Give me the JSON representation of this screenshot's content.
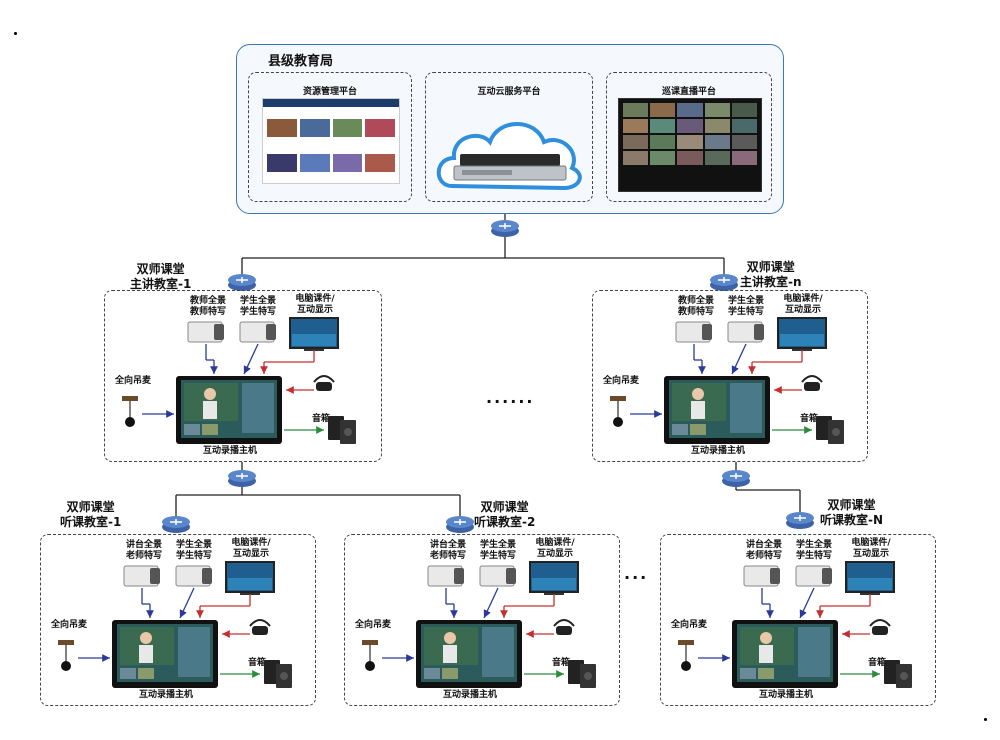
{
  "bureau": {
    "title": "县级教育局",
    "platforms": [
      "资源管理平台",
      "互动云服务平台",
      "巡课直播平台"
    ]
  },
  "main_classrooms": [
    {
      "title": "双师课堂\n主讲教室-1"
    },
    {
      "title": "双师课堂\n主讲教室-n"
    }
  ],
  "main_device_labels": {
    "camera_teacher": "教师全景\n教师特写",
    "camera_student": "学生全景\n学生特写",
    "display": "电脑课件/\n互动显示",
    "mic": "全向吊麦",
    "speaker": "音箱",
    "host": "互动录播主机"
  },
  "listen_classrooms": [
    {
      "title": "双师课堂\n听课教室-1"
    },
    {
      "title": "双师课堂\n听课教室-2"
    },
    {
      "title": "双师课堂\n听课教室-N"
    }
  ],
  "listen_device_labels": {
    "camera_teacher": "讲台全景\n老师特写",
    "camera_student": "学生全景\n学生特写",
    "display": "电脑课件/\n互动显示",
    "mic": "全向吊麦",
    "speaker": "音箱",
    "host": "互动录播主机"
  },
  "ellipsis_main": "······",
  "ellipsis_listen": "···",
  "colors": {
    "panel_border": "#3a79b8",
    "arrow_blue": "#2a3a9a",
    "arrow_red": "#c43030",
    "arrow_green": "#2c8c3a",
    "router": "#4a73b4"
  }
}
